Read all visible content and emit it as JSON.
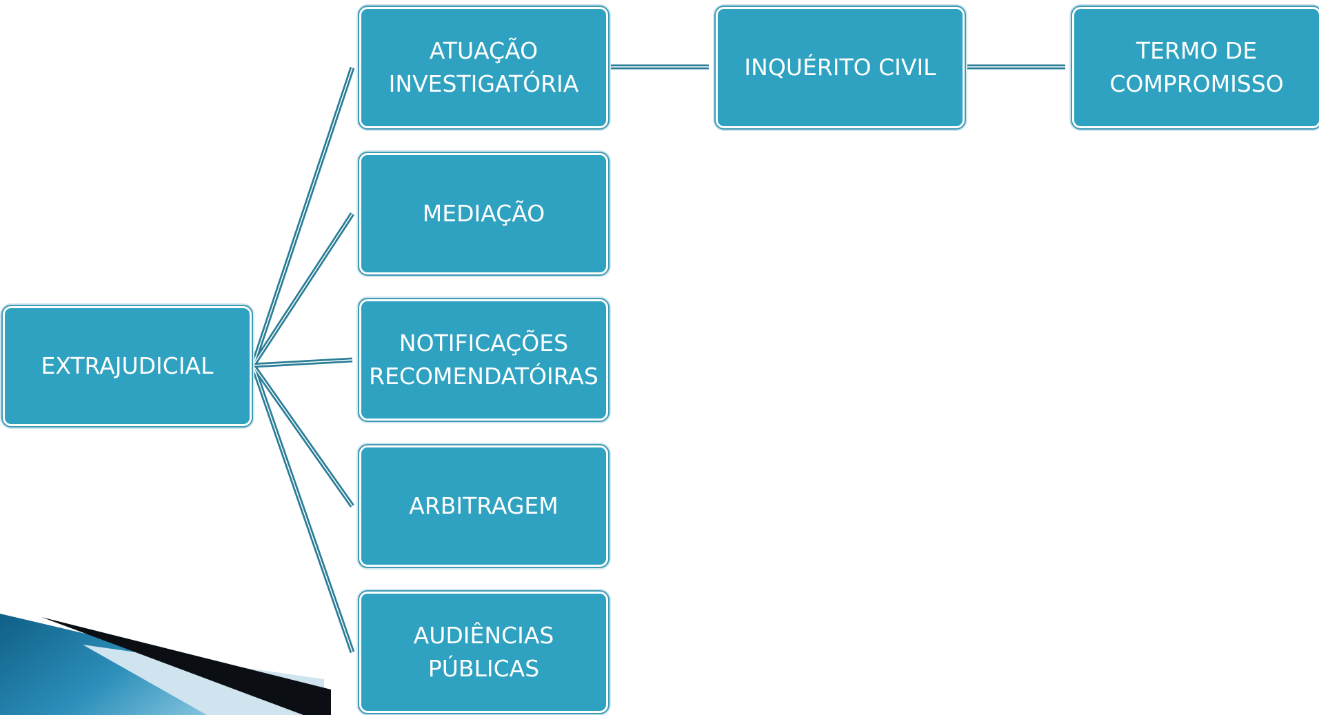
{
  "diagram": {
    "root": {
      "label": "EXTRAJUDICIAL"
    },
    "branches": [
      {
        "label": "ATUAÇÃO\nINVESTIGATÓRIA"
      },
      {
        "label": "MEDIAÇÃO"
      },
      {
        "label": "NOTIFICAÇÕES\nRECOMENDATÓIRAS"
      },
      {
        "label": "ARBITRAGEM"
      },
      {
        "label": "AUDIÊNCIAS\nPÚBLICAS"
      }
    ],
    "chain": [
      {
        "label": "INQUÉRITO CIVIL"
      },
      {
        "label": "TERMO DE\nCOMPROMISSO"
      }
    ]
  },
  "colors": {
    "node_fill": "#2ea2c0",
    "connector": "#2a7d96",
    "decor_dark": "#0b0f14",
    "decor_blue": "#2c8fba"
  }
}
